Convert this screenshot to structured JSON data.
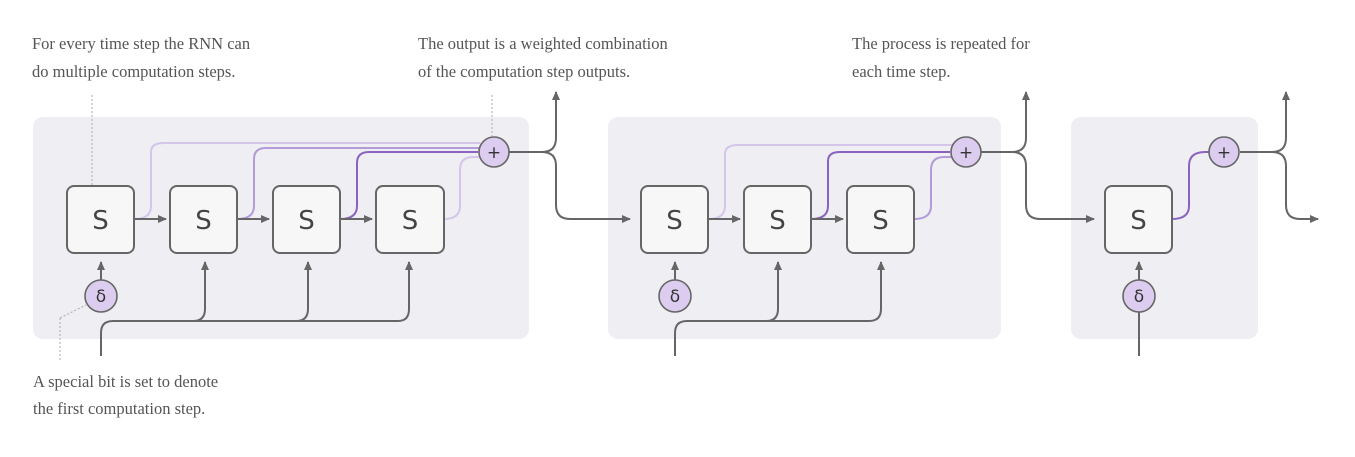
{
  "annotations": {
    "multi_step_line1": "For every time step the RNN can",
    "multi_step_line2": "do multiple computation steps.",
    "weighted_line1": "The output is a weighted combination",
    "weighted_line2": "of the computation step outputs.",
    "repeated_line1": "The process is repeated for",
    "repeated_line2": "each time step.",
    "special_bit_line1": "A special bit is set to denote",
    "special_bit_line2": "the first computation step."
  },
  "step_label": "S",
  "sum_symbol": "+",
  "flag_symbol": "δ",
  "colors": {
    "panel": "#efeef3",
    "arrow": "#666666",
    "purple_dark": "#8a63c0",
    "purple_mid": "#b29bd8",
    "purple_light": "#d3c6ea",
    "node_fill": "#dccdf0",
    "box_fill": "#f7f7f7",
    "box_stroke": "#666666"
  }
}
